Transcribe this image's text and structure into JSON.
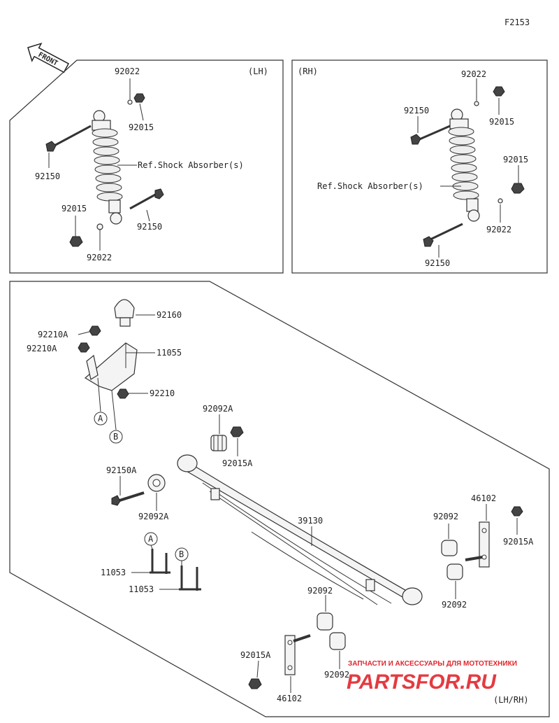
{
  "figure_code": "F2153",
  "front_label": "FRONT",
  "lh_panel": {
    "side": "(LH)",
    "ref_label": "Ref.Shock Absorber(s)",
    "callouts": {
      "top_washer": "92022",
      "top_nut": "92015",
      "top_bolt": "92150",
      "bottom_bolt": "92150",
      "bottom_nut": "92015",
      "bottom_washer": "92022"
    }
  },
  "rh_panel": {
    "side": "(RH)",
    "ref_label": "Ref.Shock Absorber(s)",
    "callouts": {
      "top_washer": "92022",
      "top_nut": "92015",
      "top_bolt": "92150",
      "bottom_nut": "92015",
      "bottom_washer": "92022",
      "bottom_bolt": "92150"
    }
  },
  "main_panel": {
    "side": "(LH/RH)",
    "callouts": {
      "stopper": "92160",
      "nut_a1": "92210A",
      "nut_a2": "92210A",
      "bracket": "11055",
      "nut_b": "92210",
      "circle_a": "A",
      "circle_b": "B",
      "bushing_top": "92092A",
      "nut_top": "92015A",
      "bolt_front": "92150A",
      "bushing_front": "92092A",
      "leaf_spring": "39130",
      "shackle_upper": "46102",
      "nut_upper_right": "92015A",
      "bushing_right_1": "92092",
      "bushing_right_2": "92092",
      "ubolt_a_circle": "A",
      "ubolt_b_circle": "B",
      "ubolt_a": "11053",
      "ubolt_b": "11053",
      "bushing_lower_1": "92092",
      "bushing_lower_2": "92092",
      "nut_lower_left": "92015A",
      "shackle_lower": "46102"
    }
  },
  "watermark": {
    "tagline": "ЗАПЧАСТИ И АКСЕССУАРЫ ДЛЯ МОТОТЕХНИКИ",
    "brand": "PARTSFOR.RU",
    "color": "#e0262d"
  }
}
